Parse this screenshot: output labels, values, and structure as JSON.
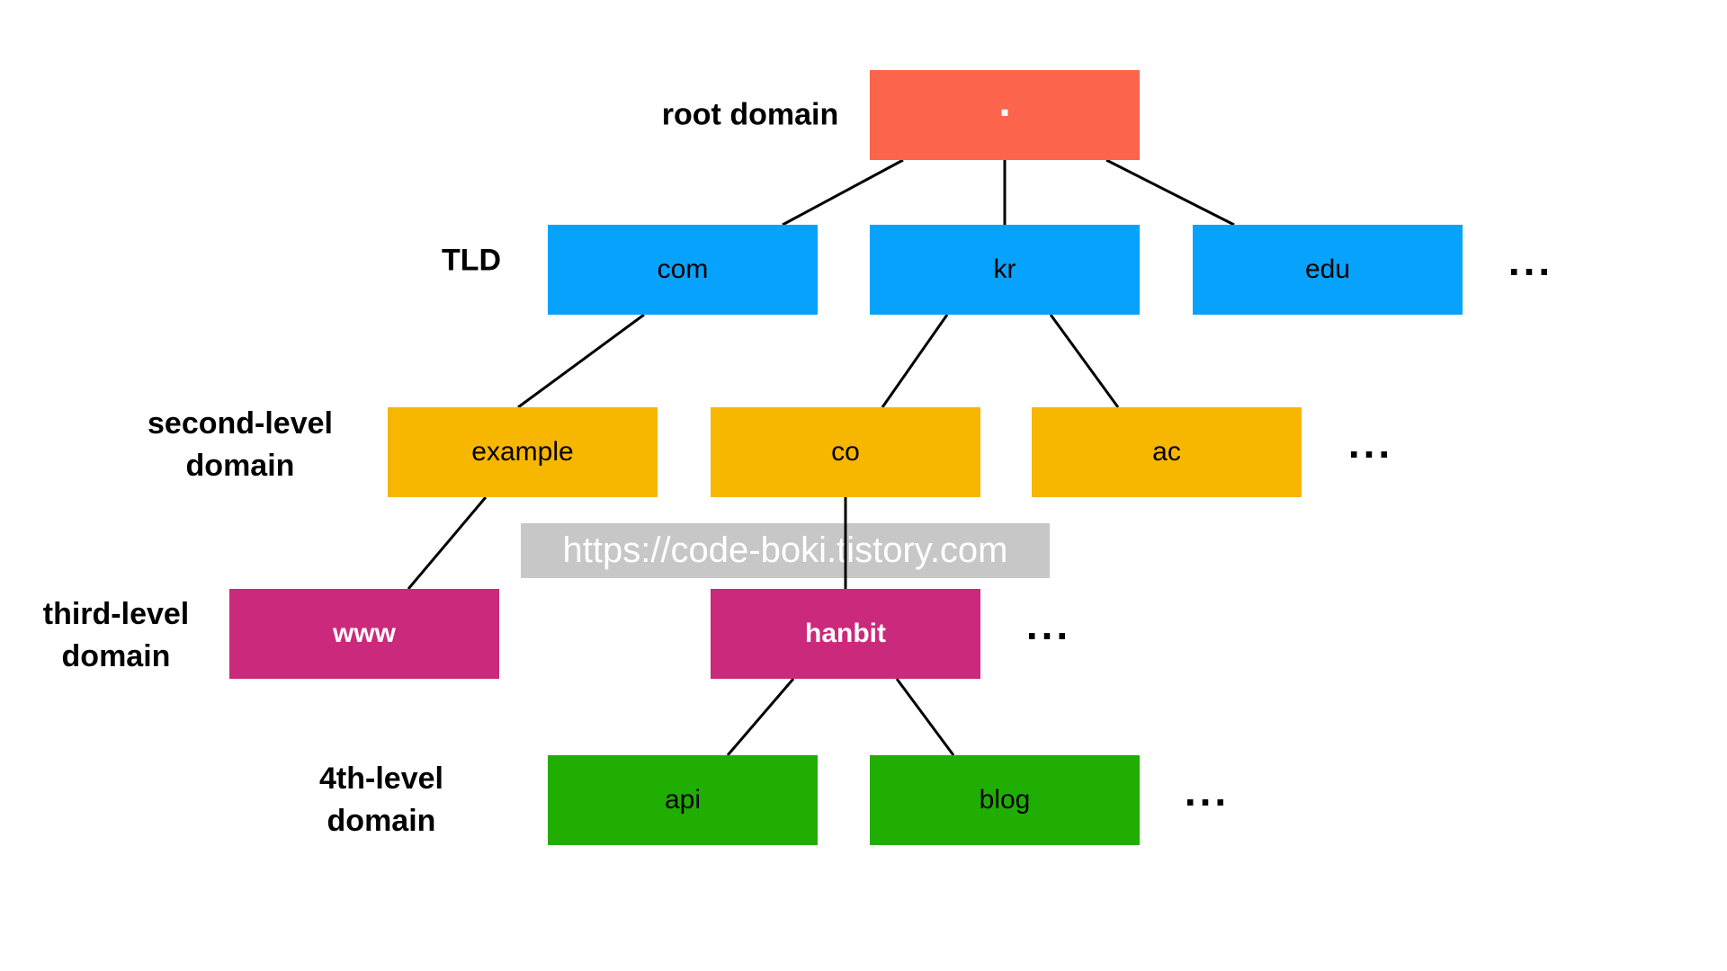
{
  "diagram": {
    "type": "tree",
    "subject": "DNS domain name hierarchy"
  },
  "rows": [
    {
      "label": "root domain",
      "nodes": [
        {
          "id": "root",
          "text": "."
        }
      ]
    },
    {
      "label": "TLD",
      "nodes": [
        {
          "id": "com",
          "text": "com"
        },
        {
          "id": "kr",
          "text": "kr"
        },
        {
          "id": "edu",
          "text": "edu"
        }
      ],
      "ellipsis": "..."
    },
    {
      "label": "second-level\ndomain",
      "nodes": [
        {
          "id": "example",
          "text": "example"
        },
        {
          "id": "co",
          "text": "co"
        },
        {
          "id": "ac",
          "text": "ac"
        }
      ],
      "ellipsis": "..."
    },
    {
      "label": "third-level\ndomain",
      "nodes": [
        {
          "id": "www",
          "text": "www"
        },
        {
          "id": "hanbit",
          "text": "hanbit"
        }
      ],
      "ellipsis": "..."
    },
    {
      "label": "4th-level\ndomain",
      "nodes": [
        {
          "id": "api",
          "text": "api"
        },
        {
          "id": "blog",
          "text": "blog"
        }
      ],
      "ellipsis": "..."
    }
  ],
  "edges": [
    {
      "from": "root",
      "to": "com"
    },
    {
      "from": "root",
      "to": "kr"
    },
    {
      "from": "root",
      "to": "edu"
    },
    {
      "from": "com",
      "to": "example"
    },
    {
      "from": "kr",
      "to": "co"
    },
    {
      "from": "kr",
      "to": "ac"
    },
    {
      "from": "example",
      "to": "www"
    },
    {
      "from": "co",
      "to": "hanbit"
    },
    {
      "from": "hanbit",
      "to": "api"
    },
    {
      "from": "hanbit",
      "to": "blog"
    }
  ],
  "watermark": {
    "text": "https://code-boki.tistory.com"
  },
  "colors": {
    "root": "#FC644C",
    "tld": "#07A2FB",
    "second_level": "#F7B600",
    "third_level": "#CB297B",
    "fourth_level": "#21AE03",
    "watermark_bg": "#C7C7C7",
    "watermark_text": "#FFFFFF",
    "connector": "#000000",
    "background": "#FFFFFF"
  }
}
